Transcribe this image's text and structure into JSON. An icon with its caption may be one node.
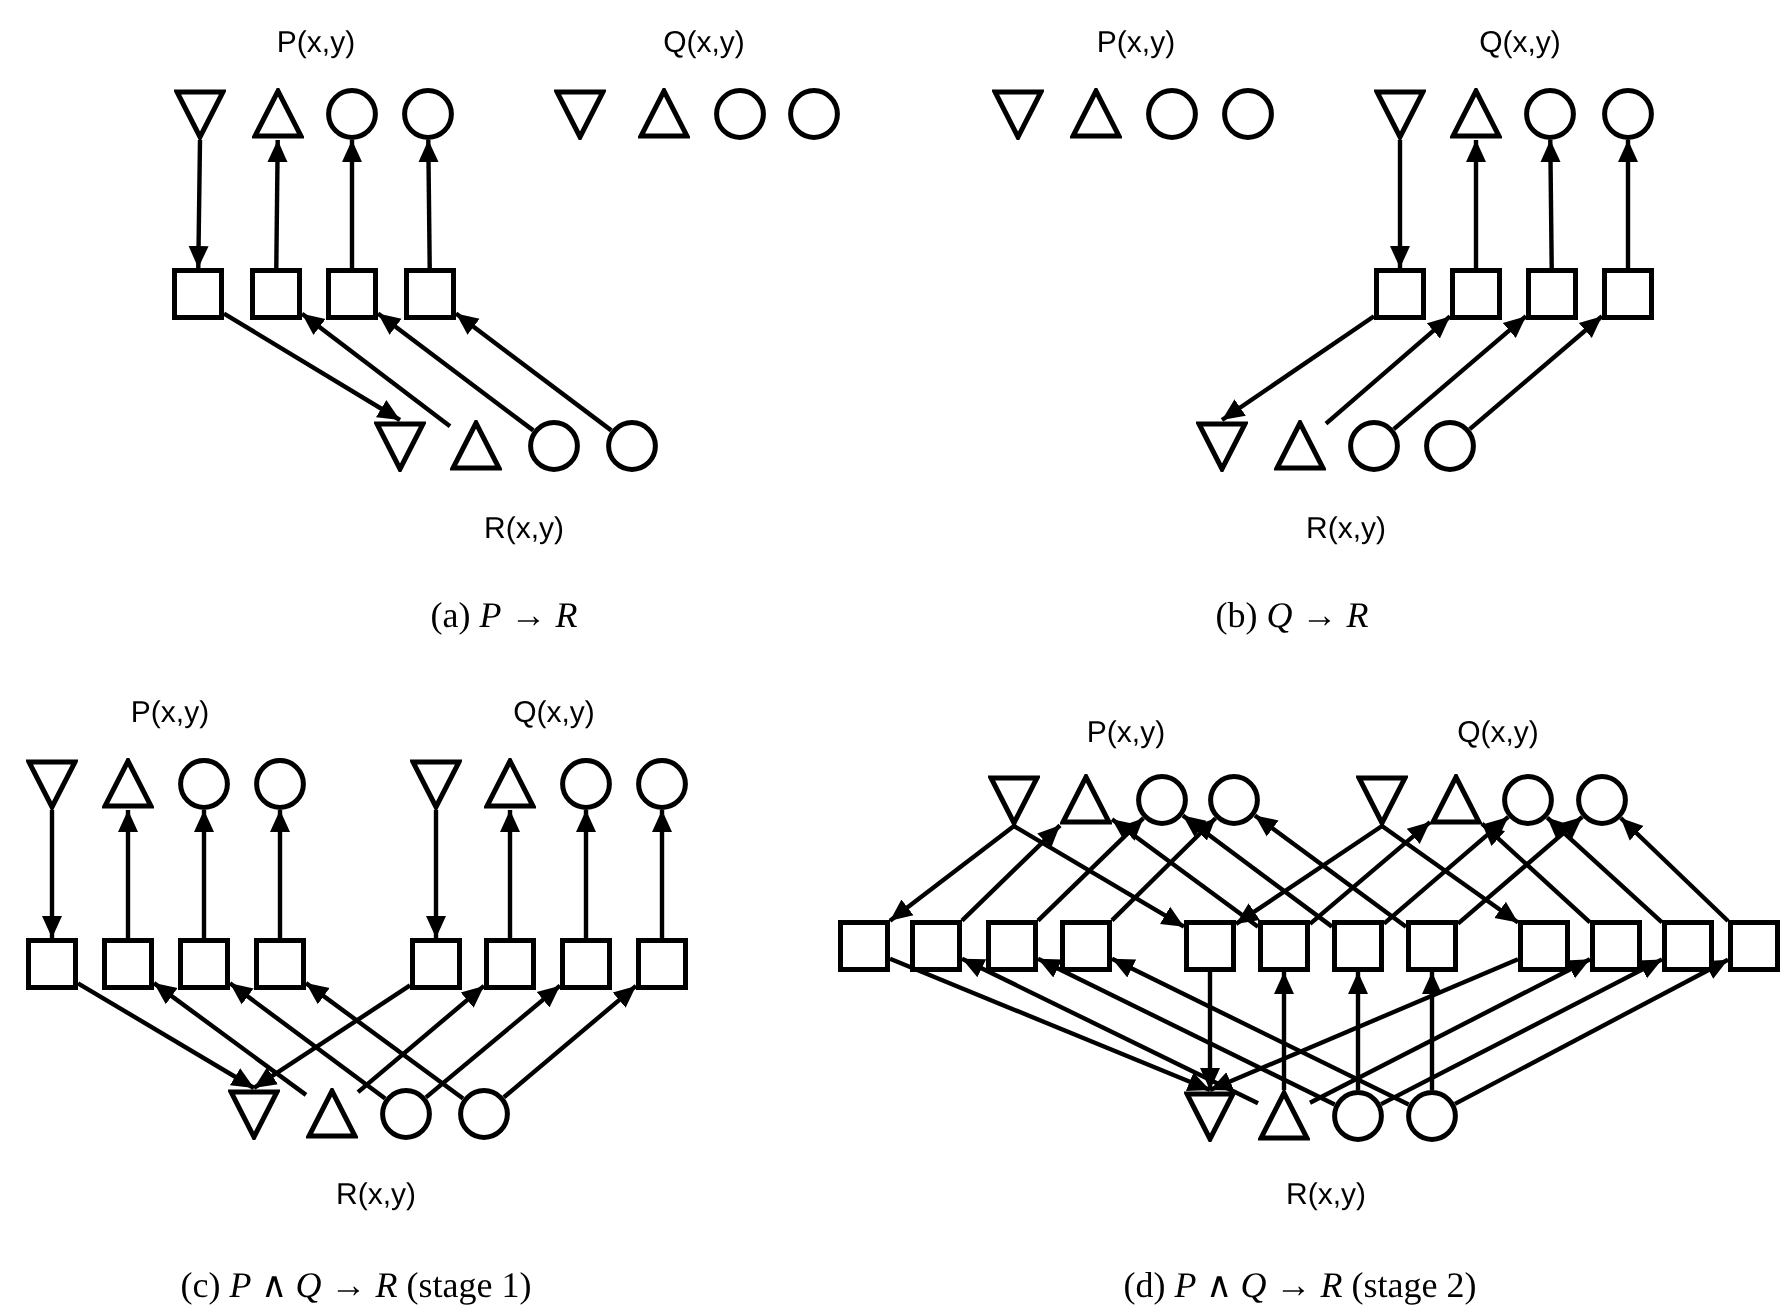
{
  "diagram": {
    "nodes": [
      {
        "text": [],
        "shape": "triangle-down"
      },
      {
        "text": [],
        "shape": "triangle"
      },
      {
        "text": [],
        "shape": "circle"
      },
      {
        "text": [],
        "shape": "circle"
      },
      {
        "text": [],
        "shape": "triangle-down"
      },
      {
        "text": [],
        "shape": "triangle"
      },
      {
        "text": [],
        "shape": "circle"
      },
      {
        "text": [],
        "shape": "circle"
      },
      {
        "text": [],
        "shape": "box"
      },
      {
        "text": [],
        "shape": "box"
      },
      {
        "text": [],
        "shape": "box"
      },
      {
        "text": [],
        "shape": "box"
      },
      {
        "text": [],
        "shape": "triangle-down"
      },
      {
        "text": [],
        "shape": "triangle"
      },
      {
        "text": [],
        "shape": "circle"
      },
      {
        "text": [],
        "shape": "circle"
      },
      {
        "text": [],
        "shape": "triangle-down"
      },
      {
        "text": [],
        "shape": "triangle"
      },
      {
        "text": [],
        "shape": "circle"
      },
      {
        "text": [],
        "shape": "circle"
      },
      {
        "text": [],
        "shape": "triangle-down"
      },
      {
        "text": [],
        "shape": "triangle"
      },
      {
        "text": [],
        "shape": "circle"
      },
      {
        "text": [],
        "shape": "circle"
      },
      {
        "text": [],
        "shape": "box"
      },
      {
        "text": [],
        "shape": "box"
      },
      {
        "text": [],
        "shape": "box"
      },
      {
        "text": [],
        "shape": "box"
      },
      {
        "text": [],
        "shape": "triangle-down"
      },
      {
        "text": [],
        "shape": "triangle"
      },
      {
        "text": [],
        "shape": "circle"
      },
      {
        "text": [],
        "shape": "circle"
      },
      {
        "text": [],
        "shape": "triangle-down"
      },
      {
        "text": [],
        "shape": "triangle"
      },
      {
        "text": [],
        "shape": "circle"
      },
      {
        "text": [],
        "shape": "circle"
      },
      {
        "text": [],
        "shape": "triangle-down"
      },
      {
        "text": [],
        "shape": "triangle"
      },
      {
        "text": [],
        "shape": "circle"
      },
      {
        "text": [],
        "shape": "circle"
      },
      {
        "text": [],
        "shape": "box"
      },
      {
        "text": [],
        "shape": "box"
      },
      {
        "text": [],
        "shape": "box"
      },
      {
        "text": [],
        "shape": "box"
      },
      {
        "text": [],
        "shape": "box"
      },
      {
        "text": [],
        "shape": "box"
      },
      {
        "text": [],
        "shape": "box"
      },
      {
        "text": [],
        "shape": "box"
      },
      {
        "text": [],
        "shape": "triangle-down"
      },
      {
        "text": [],
        "shape": "triangle"
      },
      {
        "text": [],
        "shape": "circle"
      },
      {
        "text": [],
        "shape": "circle"
      },
      {
        "text": [],
        "shape": "triangle-down"
      },
      {
        "text": [],
        "shape": "triangle"
      },
      {
        "text": [],
        "shape": "circle"
      },
      {
        "text": [],
        "shape": "circle"
      },
      {
        "text": [],
        "shape": "triangle-down"
      },
      {
        "text": [],
        "shape": "triangle"
      },
      {
        "text": [],
        "shape": "circle"
      },
      {
        "text": [],
        "shape": "circle"
      },
      {
        "text": [],
        "shape": "box"
      },
      {
        "text": [],
        "shape": "box"
      },
      {
        "text": [],
        "shape": "box"
      },
      {
        "text": [],
        "shape": "box"
      },
      {
        "text": [],
        "shape": "box"
      },
      {
        "text": [],
        "shape": "box"
      },
      {
        "text": [],
        "shape": "box"
      },
      {
        "text": [],
        "shape": "box"
      },
      {
        "text": [],
        "shape": "box"
      },
      {
        "text": [],
        "shape": "box"
      },
      {
        "text": [],
        "shape": "box"
      },
      {
        "text": [],
        "shape": "box"
      },
      {
        "text": [],
        "shape": "triangle-down"
      },
      {
        "text": [],
        "shape": "triangle"
      },
      {
        "text": [],
        "shape": "circle"
      },
      {
        "text": [],
        "shape": "circle"
      }
    ],
    "edges": [
      {
        "from": 0,
        "to": 8,
        "arrow": "to"
      },
      {
        "from": 9,
        "to": 1,
        "arrow": "to"
      },
      {
        "from": 10,
        "to": 2,
        "arrow": "to"
      },
      {
        "from": 11,
        "to": 3,
        "arrow": "to"
      },
      {
        "from": 8,
        "to": 12,
        "arrow": "to"
      },
      {
        "from": 13,
        "to": 9,
        "arrow": "to"
      },
      {
        "from": 14,
        "to": 10,
        "arrow": "to"
      },
      {
        "from": 15,
        "to": 11,
        "arrow": "to"
      },
      {
        "from": 20,
        "to": 24,
        "arrow": "to"
      },
      {
        "from": 25,
        "to": 21,
        "arrow": "to"
      },
      {
        "from": 26,
        "to": 22,
        "arrow": "to"
      },
      {
        "from": 27,
        "to": 23,
        "arrow": "to"
      },
      {
        "from": 24,
        "to": 28,
        "arrow": "to"
      },
      {
        "from": 29,
        "to": 25,
        "arrow": "to"
      },
      {
        "from": 30,
        "to": 26,
        "arrow": "to"
      },
      {
        "from": 31,
        "to": 27,
        "arrow": "to"
      },
      {
        "from": 32,
        "to": 40,
        "arrow": "to"
      },
      {
        "from": 41,
        "to": 33,
        "arrow": "to"
      },
      {
        "from": 42,
        "to": 34,
        "arrow": "to"
      },
      {
        "from": 43,
        "to": 35,
        "arrow": "to"
      },
      {
        "from": 36,
        "to": 44,
        "arrow": "to"
      },
      {
        "from": 45,
        "to": 37,
        "arrow": "to"
      },
      {
        "from": 46,
        "to": 38,
        "arrow": "to"
      },
      {
        "from": 47,
        "to": 39,
        "arrow": "to"
      },
      {
        "from": 40,
        "to": 48,
        "arrow": "to"
      },
      {
        "from": 44,
        "to": 48,
        "arrow": "to"
      },
      {
        "from": 49,
        "to": 41,
        "arrow": "to"
      },
      {
        "from": 49,
        "to": 45,
        "arrow": "to"
      },
      {
        "from": 50,
        "to": 42,
        "arrow": "to"
      },
      {
        "from": 50,
        "to": 46,
        "arrow": "to"
      },
      {
        "from": 51,
        "to": 43,
        "arrow": "to"
      },
      {
        "from": 51,
        "to": 47,
        "arrow": "to"
      },
      {
        "from": 52,
        "to": 60,
        "arrow": "to"
      },
      {
        "from": 52,
        "to": 64,
        "arrow": "to"
      },
      {
        "from": 61,
        "to": 53,
        "arrow": "to"
      },
      {
        "from": 62,
        "to": 54,
        "arrow": "to"
      },
      {
        "from": 63,
        "to": 55,
        "arrow": "to"
      },
      {
        "from": 65,
        "to": 53,
        "arrow": "to"
      },
      {
        "from": 66,
        "to": 54,
        "arrow": "to"
      },
      {
        "from": 67,
        "to": 55,
        "arrow": "to"
      },
      {
        "from": 56,
        "to": 64,
        "arrow": "to"
      },
      {
        "from": 56,
        "to": 68,
        "arrow": "to"
      },
      {
        "from": 65,
        "to": 57,
        "arrow": "to"
      },
      {
        "from": 66,
        "to": 58,
        "arrow": "to"
      },
      {
        "from": 67,
        "to": 59,
        "arrow": "to"
      },
      {
        "from": 69,
        "to": 57,
        "arrow": "to"
      },
      {
        "from": 70,
        "to": 58,
        "arrow": "to"
      },
      {
        "from": 71,
        "to": 59,
        "arrow": "to"
      },
      {
        "from": 60,
        "to": 72,
        "arrow": "to"
      },
      {
        "from": 64,
        "to": 72,
        "arrow": "to"
      },
      {
        "from": 68,
        "to": 72,
        "arrow": "to"
      },
      {
        "from": 73,
        "to": 61,
        "arrow": "to"
      },
      {
        "from": 73,
        "to": 65,
        "arrow": "to"
      },
      {
        "from": 73,
        "to": 69,
        "arrow": "to"
      },
      {
        "from": 74,
        "to": 62,
        "arrow": "to"
      },
      {
        "from": 74,
        "to": 66,
        "arrow": "to"
      },
      {
        "from": 74,
        "to": 70,
        "arrow": "to"
      },
      {
        "from": 75,
        "to": 63,
        "arrow": "to"
      },
      {
        "from": 75,
        "to": 67,
        "arrow": "to"
      },
      {
        "from": 75,
        "to": 71,
        "arrow": "to"
      }
    ],
    "labels": [
      "P(x,y)",
      "Q(x,y)",
      "R(x,y)",
      "(a) *P* → *R*",
      "P(x,y)",
      "Q(x,y)",
      "R(x,y)",
      "(b) *Q* → *R*",
      "P(x,y)",
      "Q(x,y)",
      "R(x,y)",
      "(c) *P* ∧ *Q* → *R* (stage 1)",
      "P(x,y)",
      "Q(x,y)",
      "R(x,y)",
      "(d) *P* ∧ *Q* → *R* (stage 2)"
    ]
  }
}
